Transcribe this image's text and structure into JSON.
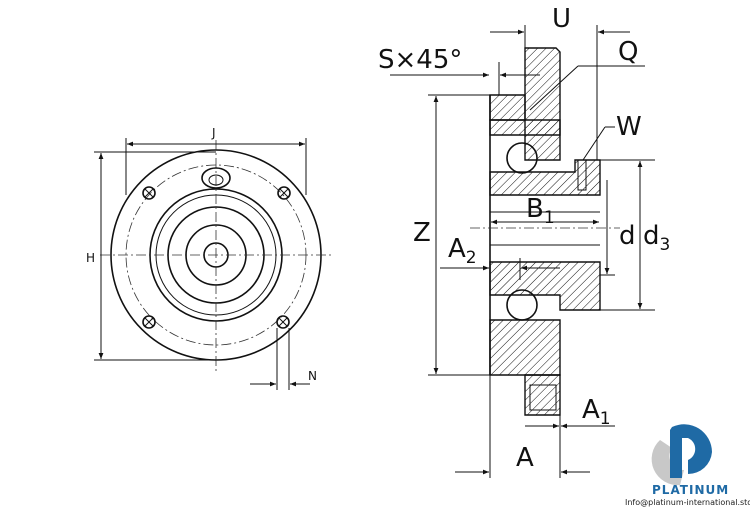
{
  "drawing": {
    "front_view_labels": {
      "width": "J",
      "height": "H",
      "hole_offset": "N"
    },
    "section_view_labels": {
      "U": "U",
      "Q": "Q",
      "chamfer": "S×45°",
      "W": "W",
      "Z": "Z",
      "B": "B",
      "B_sub": "1",
      "A2": "A",
      "A2_sub": "2",
      "d": "d",
      "d3": "d",
      "d3_sub": "3",
      "A1": "A",
      "A1_sub": "1",
      "A": "A"
    }
  },
  "logo": {
    "name": "PLATINUM",
    "email": "Info@platinum-international.store",
    "colors": {
      "blue": "#1f6aa5",
      "grey": "#c8c8c8"
    }
  }
}
